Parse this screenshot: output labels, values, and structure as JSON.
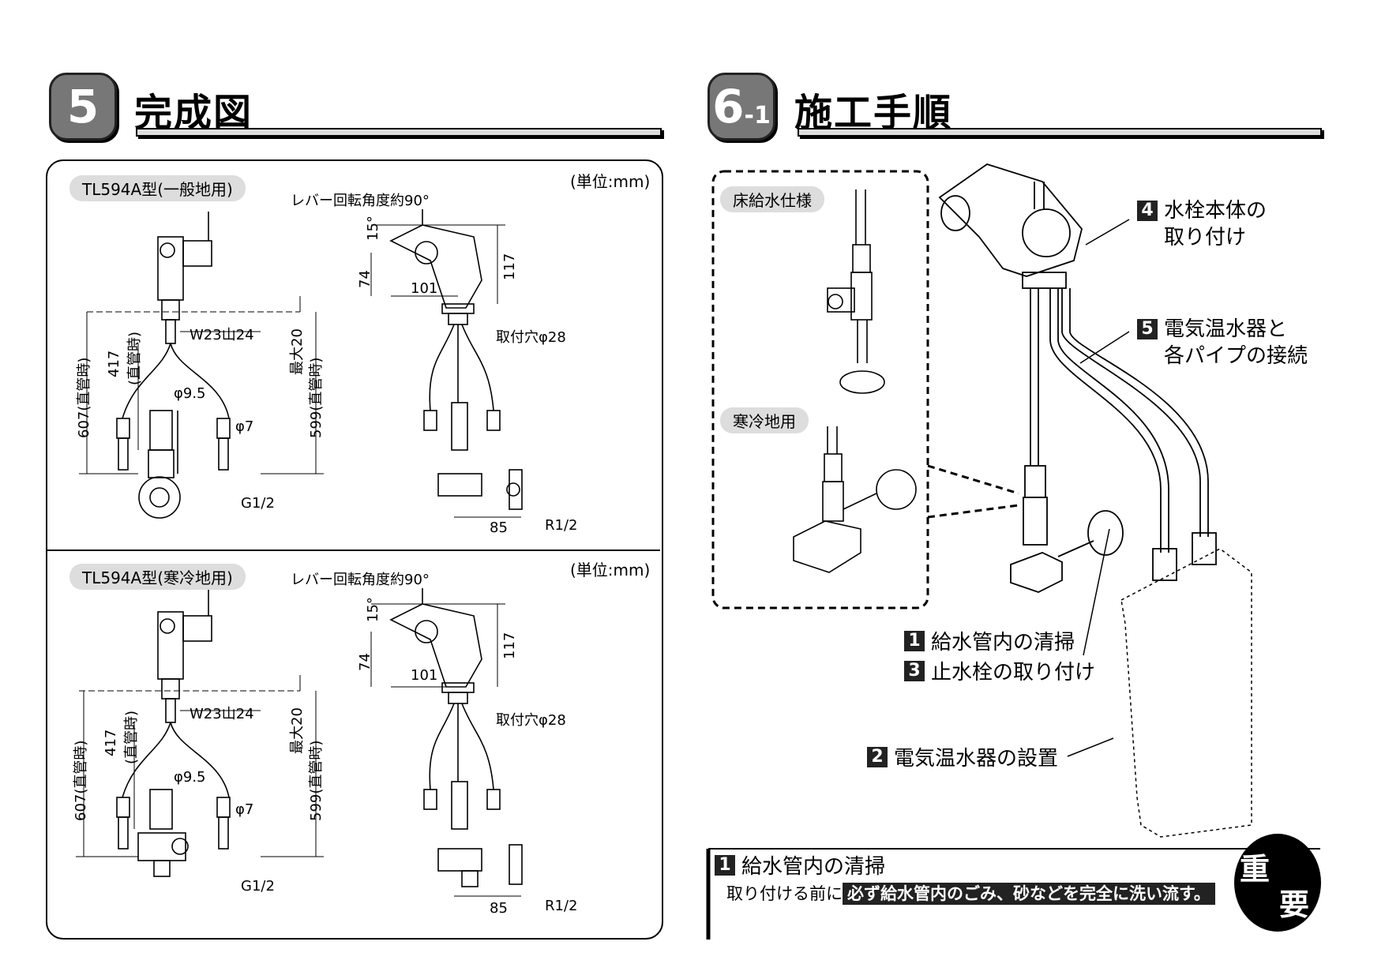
{
  "section5": {
    "number": "5",
    "title": "完成図"
  },
  "section6": {
    "number": "6",
    "sub": "-1",
    "title": "施工手順"
  },
  "unit_label": "(単位:mm)",
  "top": {
    "model": "TL594A型(一般地用)",
    "lever": "レバー回転角度約90°",
    "w23": "W23山24",
    "d417": "417",
    "d417b": "(直管時)",
    "d607": "607(直管時)",
    "max20": "最大20",
    "d599": "599(直管時)",
    "phi95": "φ9.5",
    "phi7": "φ7",
    "g12": "G1/2",
    "deg15": "15°",
    "d74": "74",
    "d101": "101",
    "d117": "117",
    "hole": "取付穴φ28",
    "d85": "85",
    "r12": "R1/2"
  },
  "bottom": {
    "model": "TL594A型(寒冷地用)",
    "lever": "レバー回転角度約90°",
    "w23": "W23山24",
    "d417": "417",
    "d417b": "(直管時)",
    "d607": "607(直管時)",
    "max20": "最大20",
    "d599": "599(直管時)",
    "phi95": "φ9.5",
    "phi7": "φ7",
    "g12": "G1/2",
    "deg15": "15°",
    "d74": "74",
    "d101": "101",
    "d117": "117",
    "hole": "取付穴φ28",
    "d85": "85",
    "r12": "R1/2"
  },
  "inset": {
    "floor": "床給水仕様",
    "cold": "寒冷地用"
  },
  "steps": [
    {
      "num": "4",
      "line1": "水栓本体の",
      "line2": "取り付け"
    },
    {
      "num": "5",
      "line1": "電気温水器と",
      "line2": "各パイプの接続"
    },
    {
      "num": "1",
      "line1": "給水管内の清掃"
    },
    {
      "num": "3",
      "line1": "止水栓の取り付け"
    },
    {
      "num": "2",
      "line1": "電気温水器の設置"
    }
  ],
  "note": {
    "num": "1",
    "title": "給水管内の清掃",
    "prefix": "取り付ける前に",
    "emphasis": "必ず給水管内のごみ、砂などを完全に洗い流す。",
    "badge1": "重",
    "badge2": "要"
  }
}
